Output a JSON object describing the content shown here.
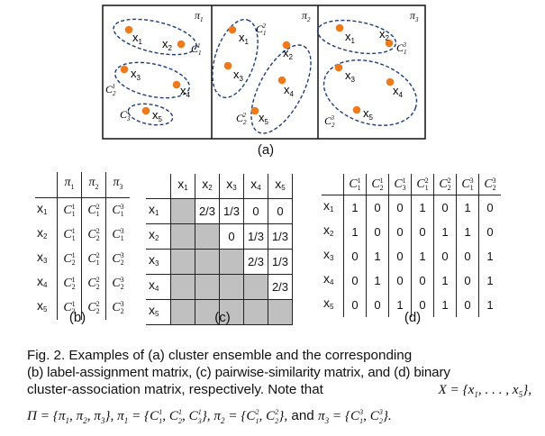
{
  "panel_a": {
    "caption": "(a)",
    "partitions": [
      {
        "name": "π1",
        "points": [
          "x1",
          "x2",
          "x3",
          "x4",
          "x5"
        ],
        "cluster_labels": [
          "C1 1",
          "C2 1",
          "C3 1"
        ]
      },
      {
        "name": "π2",
        "points": [
          "x1",
          "x2",
          "x3",
          "x4",
          "x5"
        ],
        "cluster_labels": [
          "C1 2",
          "C2 2"
        ]
      },
      {
        "name": "π3",
        "points": [
          "x1",
          "x2",
          "x3",
          "x4",
          "x5"
        ],
        "cluster_labels": [
          "C1 3",
          "C2 3"
        ]
      }
    ],
    "point_color": "#ee7a1c",
    "ellipse_color": "#1e3a78"
  },
  "table_b": {
    "caption": "(b)",
    "columns": [
      "π1",
      "π2",
      "π3"
    ],
    "rows": [
      {
        "label": "x1",
        "cells": [
          [
            "C",
            "1",
            "1"
          ],
          [
            "C",
            "1",
            "2"
          ],
          [
            "C",
            "1",
            "3"
          ]
        ]
      },
      {
        "label": "x2",
        "cells": [
          [
            "C",
            "1",
            "1"
          ],
          [
            "C",
            "2",
            "2"
          ],
          [
            "C",
            "1",
            "3"
          ]
        ]
      },
      {
        "label": "x3",
        "cells": [
          [
            "C",
            "2",
            "1"
          ],
          [
            "C",
            "1",
            "2"
          ],
          [
            "C",
            "2",
            "3"
          ]
        ]
      },
      {
        "label": "x4",
        "cells": [
          [
            "C",
            "2",
            "1"
          ],
          [
            "C",
            "2",
            "2"
          ],
          [
            "C",
            "2",
            "3"
          ]
        ]
      },
      {
        "label": "x5",
        "cells": [
          [
            "C",
            "3",
            "1"
          ],
          [
            "C",
            "2",
            "2"
          ],
          [
            "C",
            "2",
            "3"
          ]
        ]
      }
    ]
  },
  "table_c": {
    "caption": "(c)",
    "columns": [
      "x1",
      "x2",
      "x3",
      "x4",
      "x5"
    ],
    "rows": [
      {
        "label": "x1",
        "cells": [
          "",
          "2/3",
          "1/3",
          "0",
          "0"
        ]
      },
      {
        "label": "x2",
        "cells": [
          "",
          "",
          "0",
          "1/3",
          "1/3"
        ]
      },
      {
        "label": "x3",
        "cells": [
          "",
          "",
          "",
          "2/3",
          "1/3"
        ]
      },
      {
        "label": "x4",
        "cells": [
          "",
          "",
          "",
          "",
          "2/3"
        ]
      },
      {
        "label": "x5",
        "cells": [
          "",
          "",
          "",
          "",
          ""
        ]
      }
    ],
    "shade_color": "#c0c0c0"
  },
  "table_d": {
    "caption": "(d)",
    "columns": [
      [
        "C",
        "1",
        "1"
      ],
      [
        "C",
        "2",
        "1"
      ],
      [
        "C",
        "3",
        "1"
      ],
      [
        "C",
        "1",
        "2"
      ],
      [
        "C",
        "2",
        "2"
      ],
      [
        "C",
        "1",
        "3"
      ],
      [
        "C",
        "2",
        "3"
      ]
    ],
    "rows": [
      {
        "label": "x1",
        "cells": [
          "1",
          "0",
          "0",
          "1",
          "0",
          "1",
          "0"
        ]
      },
      {
        "label": "x2",
        "cells": [
          "1",
          "0",
          "0",
          "0",
          "1",
          "1",
          "0"
        ]
      },
      {
        "label": "x3",
        "cells": [
          "0",
          "1",
          "0",
          "1",
          "0",
          "0",
          "1"
        ]
      },
      {
        "label": "x4",
        "cells": [
          "0",
          "1",
          "0",
          "0",
          "1",
          "0",
          "1"
        ]
      },
      {
        "label": "x5",
        "cells": [
          "0",
          "0",
          "1",
          "0",
          "1",
          "0",
          "1"
        ]
      }
    ]
  },
  "figure_caption": {
    "line1": "Fig. 2. Examples of (a) cluster ensemble and the corresponding",
    "line2": "(b) label-assignment matrix, (c) pairwise-similarity matrix, and (d) binary",
    "line3_text": "cluster-association matrix, respectively. Note that",
    "line3_math": "X = {x1, . . . , x5},",
    "line4_math_a": "Π = {π1, π2, π3}, π1 = {C11, C21, C31}, π2 = {C12, C22},",
    "line4_and": "and",
    "line4_math_b": "π3 = {C13, C23}."
  }
}
